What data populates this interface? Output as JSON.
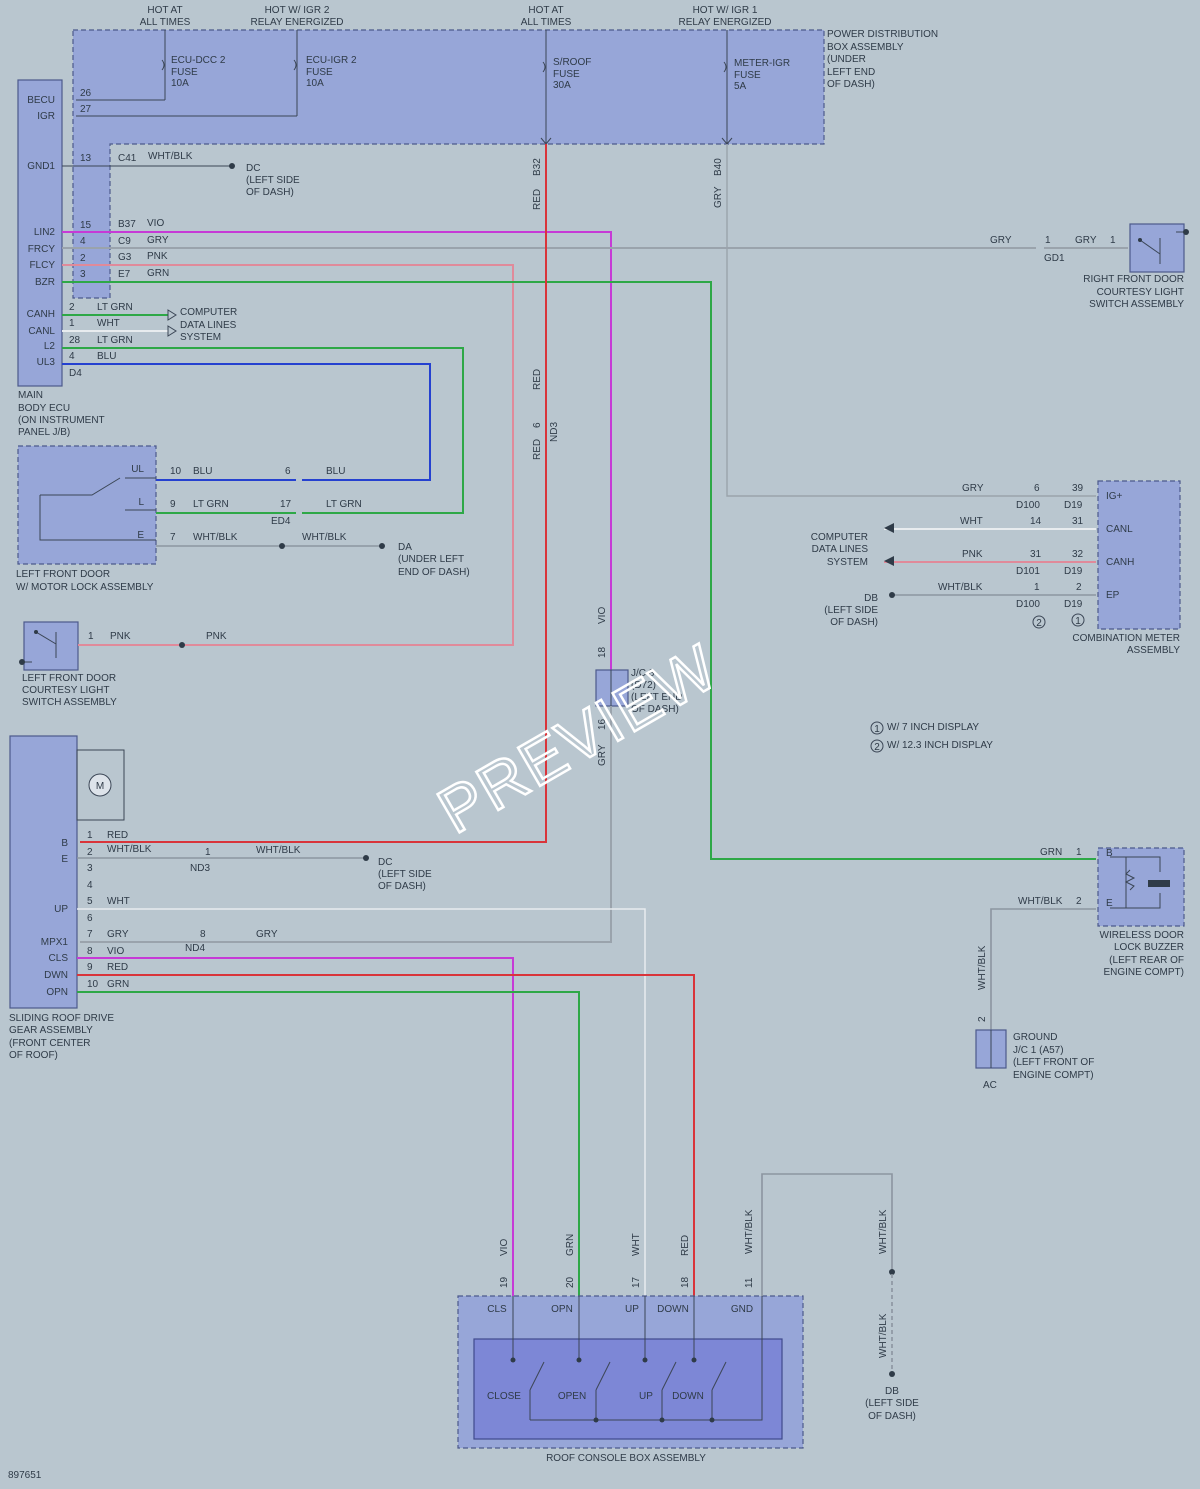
{
  "top_labels": [
    "HOT AT",
    "ALL TIMES",
    "HOT W/ IGR 2",
    "RELAY ENERGIZED",
    "HOT AT",
    "ALL TIMES",
    "HOT W/ IGR 1",
    "RELAY ENERGIZED"
  ],
  "pdb": [
    "POWER DISTRIBUTION",
    "BOX ASSEMBLY",
    "(UNDER",
    "LEFT END",
    "OF DASH)"
  ],
  "fuses": [
    {
      "name": "ECU-DCC 2",
      "fuse": "FUSE",
      "amp": "10A"
    },
    {
      "name": "ECU-IGR 2",
      "fuse": "FUSE",
      "amp": "10A"
    },
    {
      "name": "S/ROOF",
      "fuse": "FUSE",
      "amp": "30A"
    },
    {
      "name": "METER-IGR",
      "fuse": "FUSE",
      "amp": "5A"
    }
  ],
  "ecu_pins": [
    "BECU",
    "IGR",
    "GND1",
    "LIN2",
    "FRCY",
    "FLCY",
    "BZR",
    "CANH",
    "CANL",
    "L2",
    "UL3"
  ],
  "ecu_name": [
    "MAIN",
    "BODY ECU",
    "(ON INSTRUMENT",
    "PANEL J/B)"
  ],
  "pin_nums": {
    "becu": "26",
    "igr": "27",
    "gnd": "13",
    "lin": "15",
    "frcy": "4",
    "flcy": "2",
    "bzr": "3",
    "canh": "2",
    "canl": "1",
    "l2": "28",
    "ul3": "4"
  },
  "connectors": {
    "c41": "C41",
    "b37": "B37",
    "c9": "C9",
    "g3": "G3",
    "e7": "E7",
    "d4": "D4",
    "b32": "B32",
    "b40": "B40",
    "gd1": "GD1",
    "nd3": "ND3",
    "nd4": "ND4",
    "ed4": "ED4",
    "d100": "D100",
    "d101": "D101",
    "d19": "D19"
  },
  "colors": {
    "whtblk": "WHT/BLK",
    "vio": "VIO",
    "gry": "GRY",
    "pnk": "PNK",
    "grn": "GRN",
    "ltgrn": "LT GRN",
    "wht": "WHT",
    "blu": "BLU",
    "red": "RED"
  },
  "dc_ground": [
    "DC",
    "(LEFT SIDE",
    "OF DASH)"
  ],
  "da_ground": [
    "DA",
    "(UNDER LEFT",
    "END OF DASH)"
  ],
  "cdl": [
    "COMPUTER",
    "DATA LINES",
    "SYSTEM"
  ],
  "lfd_motor": {
    "pins": [
      "UL",
      "L",
      "E"
    ],
    "name": [
      "LEFT FRONT DOOR",
      "W/ MOTOR LOCK ASSEMBLY"
    ],
    "nums": [
      "10",
      "9",
      "7"
    ],
    "jnums": [
      "6",
      "17"
    ]
  },
  "lfd_courtesy": {
    "num": "1",
    "name": [
      "LEFT FRONT DOOR",
      "COURTESY LIGHT",
      "SWITCH ASSEMBLY"
    ]
  },
  "rfd_courtesy": {
    "num": "1",
    "name": [
      "RIGHT FRONT DOOR",
      "COURTESY LIGHT",
      "SWITCH ASSEMBLY"
    ]
  },
  "meter": {
    "pins": [
      "IG+",
      "CANL",
      "CANH",
      "EP"
    ],
    "name": [
      "COMBINATION METER",
      "ASSEMBLY"
    ],
    "left": [
      "6",
      "14",
      "31",
      "1"
    ],
    "right": [
      "39",
      "31",
      "32",
      "2"
    ]
  },
  "db_ground": [
    "DB",
    "(LEFT SIDE",
    "OF DASH)"
  ],
  "notes": [
    {
      "mark": "1",
      "text": "W/ 7 INCH DISPLAY"
    },
    {
      "mark": "2",
      "text": "W/ 12.3 INCH DISPLAY"
    }
  ],
  "jc8": [
    "J/C 8",
    "(D72)",
    "(LEFT END",
    "OF DASH)"
  ],
  "jc8_pins": [
    "18",
    "16"
  ],
  "nd3_pin": "6",
  "buzzer": {
    "pins": [
      "B",
      "E"
    ],
    "nums": [
      "1",
      "2"
    ],
    "name": [
      "WIRELESS DOOR",
      "LOCK BUZZER",
      "(LEFT REAR OF",
      "ENGINE COMPT)"
    ]
  },
  "ground_ac": {
    "pin": "2",
    "code": "AC",
    "name": [
      "GROUND",
      "J/C 1 (A57)",
      "(LEFT FRONT OF",
      "ENGINE COMPT)"
    ]
  },
  "sliding": {
    "motor": "M",
    "pins": [
      "B",
      "E",
      "UP",
      "MPX1",
      "CLS",
      "DWN",
      "OPN"
    ],
    "nums": [
      "1",
      "2",
      "3",
      "4",
      "5",
      "6",
      "7",
      "8",
      "9",
      "10"
    ],
    "name": [
      "SLIDING ROOF DRIVE",
      "GEAR ASSEMBLY",
      "(FRONT CENTER",
      "OF ROOF)"
    ],
    "nd3": "1",
    "nd4": "8"
  },
  "console": {
    "pins": [
      "CLS",
      "OPN",
      "UP",
      "DOWN",
      "GND"
    ],
    "nums": [
      "19",
      "20",
      "17",
      "18",
      "11"
    ],
    "switches": [
      "CLOSE",
      "OPEN",
      "UP",
      "DOWN"
    ],
    "name": "ROOF CONSOLE BOX ASSEMBLY"
  },
  "code": "897651",
  "watermark": "PREVIEW"
}
